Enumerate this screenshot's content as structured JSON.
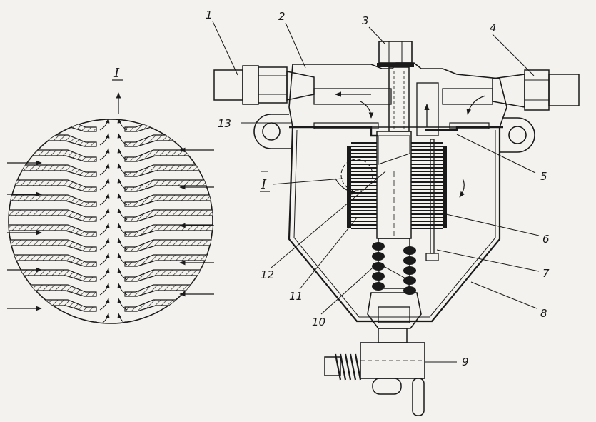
{
  "diagram": {
    "detail_label": "I",
    "section_marker": "I",
    "callouts": [
      {
        "id": "1",
        "text": "1"
      },
      {
        "id": "2",
        "text": "2"
      },
      {
        "id": "3",
        "text": "3"
      },
      {
        "id": "4",
        "text": "4"
      },
      {
        "id": "5",
        "text": "5"
      },
      {
        "id": "6",
        "text": "6"
      },
      {
        "id": "7",
        "text": "7"
      },
      {
        "id": "8",
        "text": "8"
      },
      {
        "id": "9",
        "text": "9"
      },
      {
        "id": "10",
        "text": "10"
      },
      {
        "id": "11",
        "text": "11"
      },
      {
        "id": "12",
        "text": "12"
      },
      {
        "id": "13",
        "text": "13"
      }
    ],
    "colors": {
      "ink": "#1a1a1a",
      "paper": "#f3f2ee"
    }
  }
}
